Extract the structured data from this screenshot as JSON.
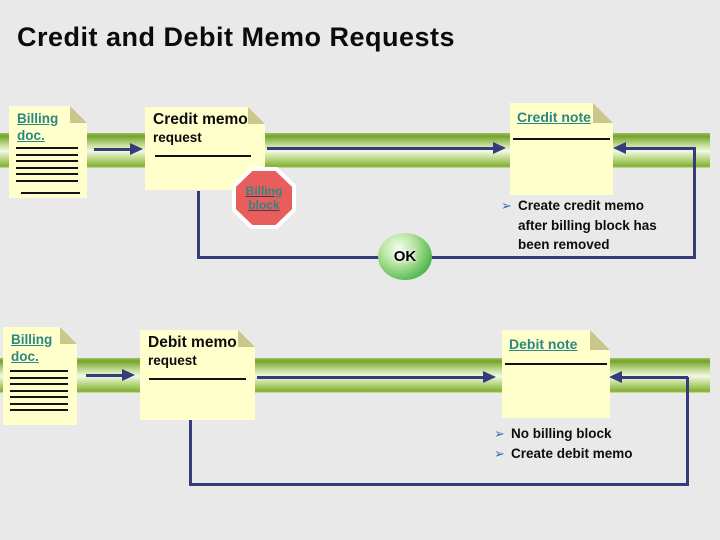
{
  "title": "Credit and Debit Memo Requests",
  "icons": {
    "bullet": "➢"
  },
  "colors": {
    "background": "#e9e9e9",
    "note_yellow": "#ffffcc",
    "accent_teal": "#2b8782",
    "navy": "#343c7c",
    "stop_red": "#e95d5d",
    "bar_green": "#7fae33",
    "ok_green": "#2d9431"
  },
  "top_flow": {
    "source_note": {
      "line1": "Billing",
      "line2": "doc."
    },
    "request_note": {
      "title": "Credit memo",
      "subtitle": "request"
    },
    "stop_sign": {
      "line1": "Billing",
      "line2": "block"
    },
    "ok_badge": "OK",
    "result_note": {
      "title": "Credit note"
    },
    "bullet": {
      "lines": [
        "Create credit memo",
        "after billing block has",
        "been removed"
      ]
    }
  },
  "bottom_flow": {
    "source_note": {
      "line1": "Billing",
      "line2": "doc."
    },
    "request_note": {
      "title": "Debit memo",
      "subtitle": "request"
    },
    "result_note": {
      "title": "Debit note"
    },
    "bullets": [
      "No billing block",
      "Create debit memo"
    ]
  }
}
